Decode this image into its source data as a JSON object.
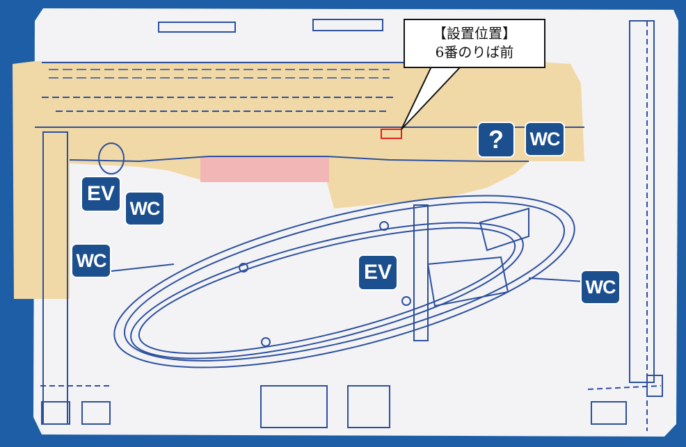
{
  "callout": {
    "line1": "【設置位置】",
    "line2": "6番のりば前"
  },
  "signs": {
    "info": "?",
    "wc": "WC",
    "ev": "EV"
  },
  "colors": {
    "background": "#1d5ea6",
    "floor": "#f3f3f6",
    "concourse": "#f0d9a6",
    "lines": "#2b4f9e",
    "sign": "#1c4f8e",
    "highlight": "#f2b6b6",
    "marker": "#e02020"
  }
}
